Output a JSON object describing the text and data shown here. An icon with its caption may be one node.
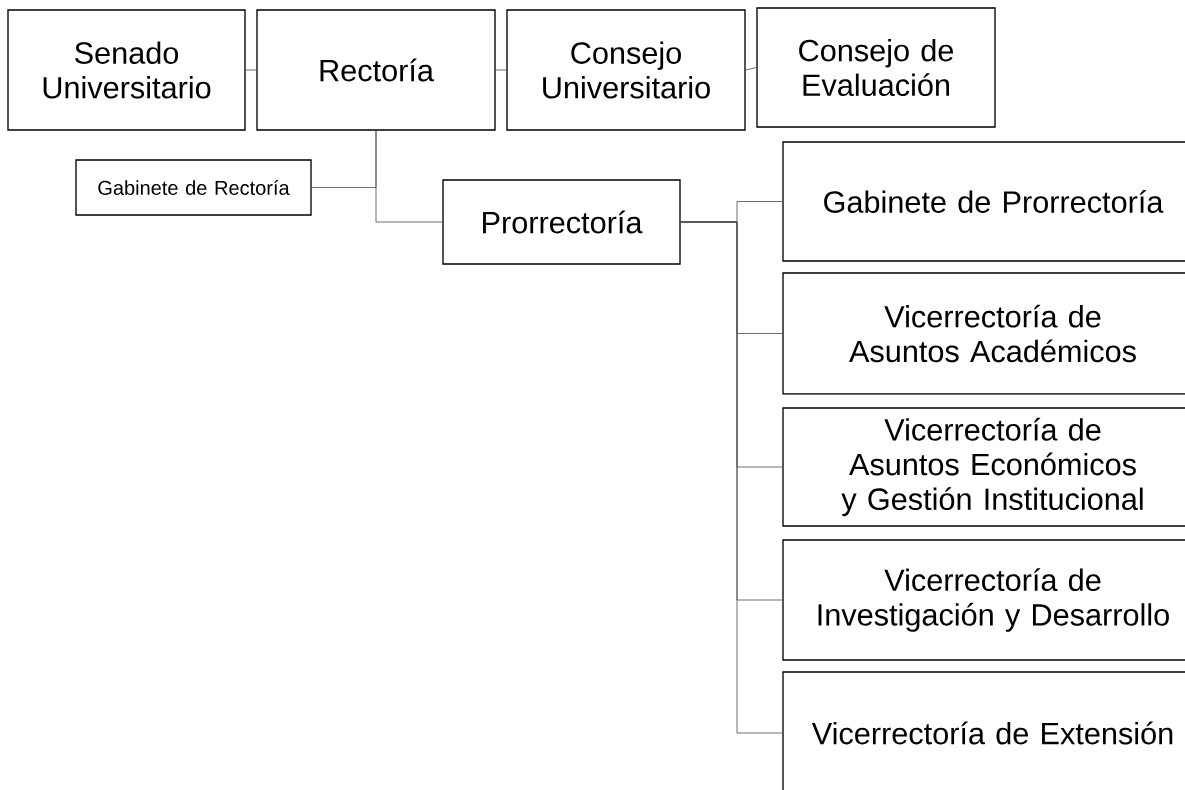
{
  "diagram": {
    "nodes": [
      {
        "text": [
          "Senado Universitario"
        ]
      },
      {
        "text": [
          "Rectoría"
        ]
      },
      {
        "text": [
          "Consejo Universitario"
        ]
      },
      {
        "text": [
          "Consejo de Evaluación"
        ]
      },
      {
        "text": [
          "Gabinete de Rectoría"
        ]
      },
      {
        "text": [
          "Prorrectoría"
        ]
      },
      {
        "text": [
          "Gabinete de Prorrectoría"
        ]
      },
      {
        "text": [
          "Vicerrectoría de Asuntos Académicos"
        ]
      },
      {
        "text": [
          "Vicerrectoría de Asuntos Económicos y Gestión Institucional"
        ]
      },
      {
        "text": [
          "Vicerrectoría de Investigación y Desarrollo"
        ]
      },
      {
        "text": [
          "Vicerrectoría de Extensión"
        ]
      }
    ],
    "edges": [
      {
        "from": 0,
        "to": 1,
        "arrow": "none"
      },
      {
        "from": 1,
        "to": 2,
        "arrow": "none"
      },
      {
        "from": 2,
        "to": 3,
        "arrow": "none"
      },
      {
        "from": 1,
        "to": 4,
        "arrow": "none"
      },
      {
        "from": 1,
        "to": 5,
        "arrow": "none"
      },
      {
        "from": 5,
        "to": 6,
        "arrow": "none"
      },
      {
        "from": 5,
        "to": 7,
        "arrow": "none"
      },
      {
        "from": 5,
        "to": 8,
        "arrow": "none"
      },
      {
        "from": 5,
        "to": 9,
        "arrow": "none"
      },
      {
        "from": 5,
        "to": 10,
        "arrow": "none"
      }
    ]
  }
}
